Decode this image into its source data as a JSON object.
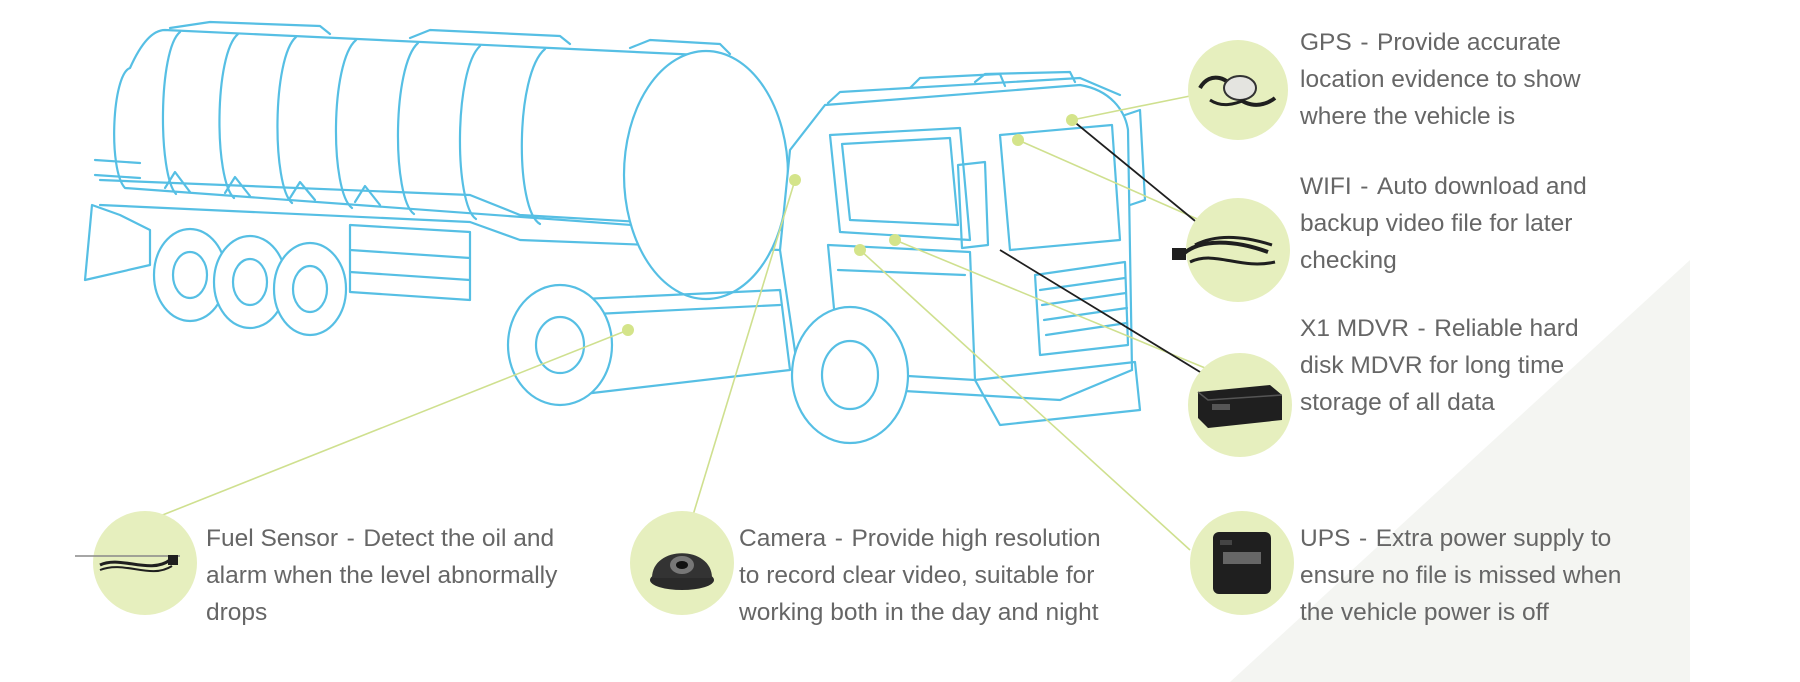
{
  "features": {
    "gps": {
      "name": "GPS",
      "lines": [
        "Provide accurate",
        "location evidence to show",
        "where the vehicle is"
      ],
      "icon": "gps-antenna-icon"
    },
    "wifi": {
      "name": "WIFI",
      "lines": [
        "Auto download and",
        "backup video file for later",
        "checking"
      ],
      "icon": "wifi-cable-icon"
    },
    "mdvr": {
      "name": "X1 MDVR",
      "lines": [
        "Reliable hard",
        "disk MDVR for long time",
        "storage of all data"
      ],
      "icon": "mdvr-box-icon"
    },
    "ups": {
      "name": "UPS",
      "lines": [
        "Extra power supply to",
        "ensure no file is missed when",
        "the vehicle power is off"
      ],
      "icon": "ups-battery-icon"
    },
    "camera": {
      "name": "Camera",
      "lines": [
        "Provide high resolution",
        "to record clear video, suitable for",
        "working both in the day and night"
      ],
      "icon": "dome-camera-icon"
    },
    "fuel": {
      "name": "Fuel Sensor",
      "lines": [
        "Detect the oil and",
        "alarm when the level abnormally",
        "drops"
      ],
      "icon": "fuel-sensor-cable-icon"
    }
  },
  "separator": "-",
  "colors": {
    "truck_outline": "#56bfe4",
    "accent_green": "#d4e48a",
    "circle_bg": "#e6efbe",
    "text": "#666666",
    "device": "#1f1f1f"
  }
}
